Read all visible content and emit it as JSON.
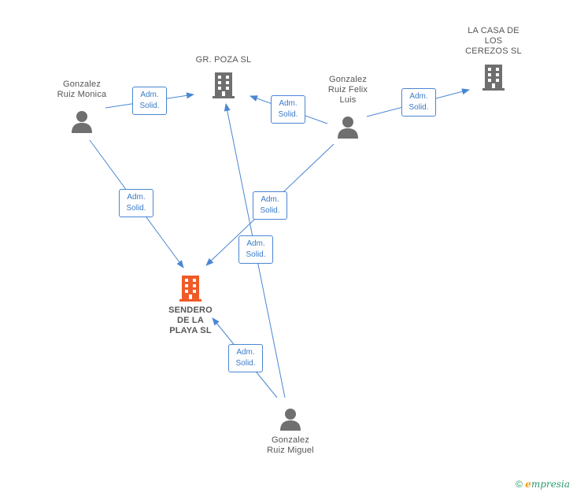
{
  "colors": {
    "edge": "#4a86d4",
    "person": "#6f6f6f",
    "company": "#6f6f6f",
    "focus_company": "#f05a28"
  },
  "nodes": {
    "gr_poza": {
      "label": "GR.  POZA  SL",
      "icon": "building-icon"
    },
    "la_casa": {
      "label": "LA CASA DE\nLOS\nCEREZOS SL",
      "icon": "building-icon"
    },
    "monica": {
      "label": "Gonzalez\nRuiz Monica",
      "icon": "person-icon"
    },
    "felix": {
      "label": "Gonzalez\nRuiz Felix\nLuis",
      "icon": "person-icon"
    },
    "sendero": {
      "label": "SENDERO\nDE LA\nPLAYA SL",
      "icon": "building-icon"
    },
    "miguel": {
      "label": "Gonzalez\nRuiz Miguel",
      "icon": "person-icon"
    }
  },
  "relations": [
    {
      "id": "r1",
      "label": "Adm.\nSolid."
    },
    {
      "id": "r2",
      "label": "Adm.\nSolid."
    },
    {
      "id": "r3",
      "label": "Adm.\nSolid."
    },
    {
      "id": "r4",
      "label": "Adm.\nSolid."
    },
    {
      "id": "r5",
      "label": "Adm.\nSolid."
    },
    {
      "id": "r6",
      "label": "Adm.\nSolid."
    },
    {
      "id": "r7",
      "label": "Adm.\nSolid."
    }
  ],
  "footer": {
    "copyright": "©",
    "brand_initial": "e",
    "brand_rest": "mpresia"
  }
}
